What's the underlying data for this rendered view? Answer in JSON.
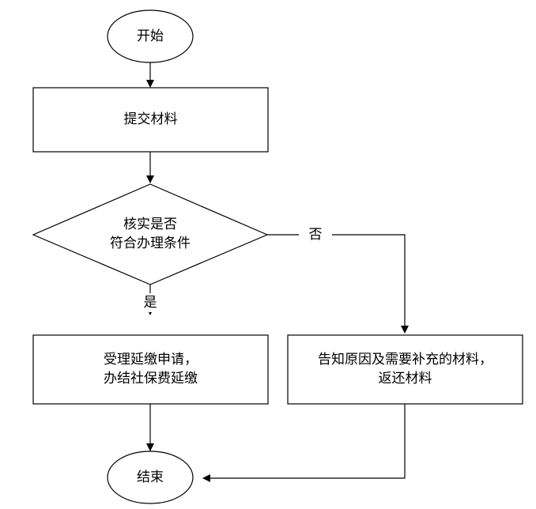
{
  "flowchart": {
    "start": "开始",
    "submit": "提交材料",
    "decision": [
      "核实是否",
      "符合办理条件"
    ],
    "yes_label": "是",
    "no_label": "否",
    "accept": [
      "受理延缴申请，",
      "办结社保费延缴"
    ],
    "reject": [
      "告知原因及需要补充的材料，",
      "返还材料"
    ],
    "end": "结束"
  }
}
